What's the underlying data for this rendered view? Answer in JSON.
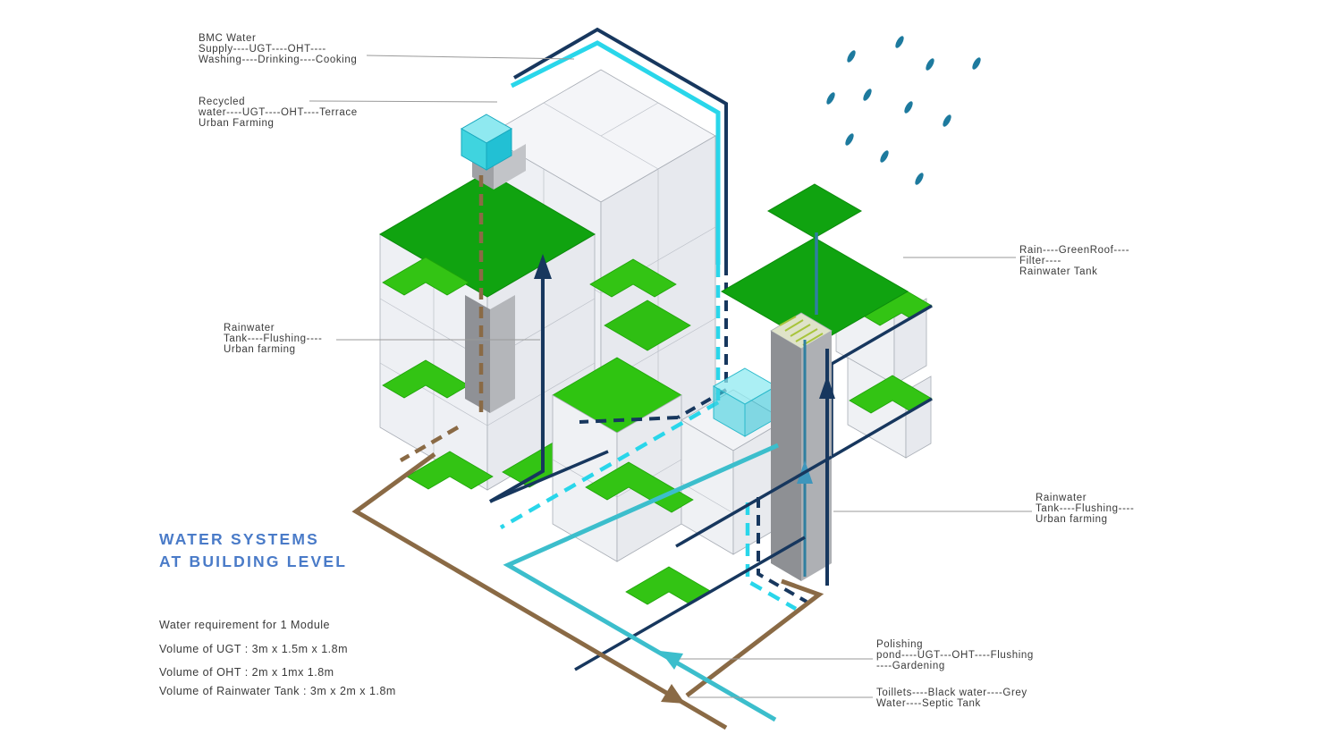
{
  "title": {
    "lines": [
      "WATER SYSTEMS",
      "AT BUILDING LEVEL"
    ],
    "color": "#4a7bc8"
  },
  "annotations": {
    "bmc_water": {
      "lines": [
        "BMC Water",
        "Supply----UGT----OHT----",
        "Washing----Drinking----Cooking"
      ]
    },
    "recycled": {
      "lines": [
        "Recycled",
        "water----UGT----OHT----Terrace",
        "Urban Farming"
      ]
    },
    "rainwater_tank_left": {
      "lines": [
        "Rainwater",
        "Tank----Flushing----",
        "Urban farming"
      ]
    },
    "rain_greenroof": {
      "lines": [
        "Rain----GreenRoof----",
        "Filter----",
        "Rainwater Tank"
      ]
    },
    "rainwater_tank_right": {
      "lines": [
        "Rainwater",
        "Tank----Flushing----",
        "Urban farming"
      ]
    },
    "polishing_pond": {
      "lines": [
        "Polishing",
        "pond----UGT---OHT----Flushing",
        "----Gardening"
      ]
    },
    "toilets": {
      "lines": [
        "Toillets----Black water----Grey",
        "Water----Septic Tank"
      ]
    }
  },
  "notes": {
    "lines": [
      "Water requirement for 1 Module",
      "Volume of UGT : 3m x 1.5m x 1.8m",
      "Volume of OHT : 2m x 1mx 1.8m",
      "Volume of Rainwater Tank : 3m x 2m x 1.8m"
    ]
  },
  "colors": {
    "bmc_supply_pipe": "#17375e",
    "recycled_water_pipe": "#29d6ea",
    "polishing_pond_pipe": "#3cbecc",
    "sewage_pipe": "#8a6a45",
    "rain_pipe": "#2f7fa0",
    "green_roof": "#10a310",
    "terrace_green": "#33c414",
    "oht_tank_cyan": "#3fd4df",
    "rain_drop": "#1d7a9e",
    "building_gray": "#eef0f4"
  }
}
